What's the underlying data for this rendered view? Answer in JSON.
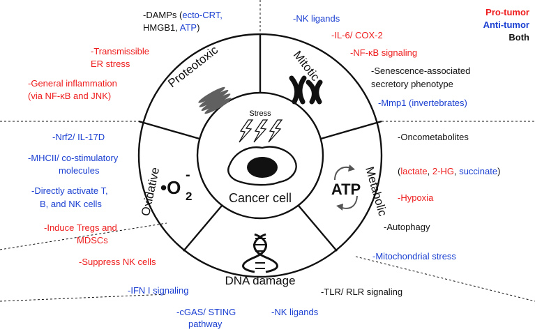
{
  "colors": {
    "pro": "#ee1c1c",
    "anti": "#1a3fd1",
    "both": "#111111",
    "organelle": "#606060"
  },
  "legend": {
    "pro": "Pro-tumor",
    "anti": "Anti-tumor",
    "both": "Both"
  },
  "center": {
    "stress": "Stress",
    "cancer_cell": "Cancer cell"
  },
  "sectors": {
    "proteotoxic": "Proteotoxic",
    "mitotic": "Mitotic",
    "metabolic": "Metabolic",
    "dna_damage": "DNA damage",
    "oxidative": "Oxidative",
    "atp": "ATP",
    "o2_base": "•O",
    "o2_sub": "2",
    "o2_sup": "-"
  },
  "annotations": {
    "proteotoxic": [
      [
        {
          "t": "-DAMPs (",
          "c": "both"
        },
        {
          "t": "ecto-CRT,",
          "c": "anti"
        }
      ],
      [
        {
          "t": "HMGB1, ",
          "c": "both"
        },
        {
          "t": "ATP",
          "c": "anti"
        },
        {
          "t": ")",
          "c": "both"
        }
      ],
      [
        {
          "t": "-Transmissible",
          "c": "pro"
        }
      ],
      [
        {
          "t": "ER stress",
          "c": "pro"
        }
      ],
      [
        {
          "t": "-General inflammation",
          "c": "pro"
        }
      ],
      [
        {
          "t": "(via NF-κB and JNK)",
          "c": "pro"
        }
      ]
    ],
    "mitotic": [
      [
        {
          "t": "-NK ligands",
          "c": "anti"
        }
      ],
      [
        {
          "t": "-IL-6/ COX-2",
          "c": "pro"
        }
      ],
      [
        {
          "t": "-NF-κB signaling",
          "c": "pro"
        }
      ],
      [
        {
          "t": "-Senescence-associated",
          "c": "both"
        }
      ],
      [
        {
          "t": "secretory phenotype",
          "c": "both"
        }
      ],
      [
        {
          "t": "-Mmp1 (invertebrates)",
          "c": "anti"
        }
      ]
    ],
    "oxidative": [
      [
        {
          "t": "-Nrf2/ IL-17D",
          "c": "anti"
        }
      ],
      [
        {
          "t": "-MHCII/ co-stimulatory",
          "c": "anti"
        }
      ],
      [
        {
          "t": "molecules",
          "c": "anti"
        }
      ],
      [
        {
          "t": "-Directly activate T,",
          "c": "anti"
        }
      ],
      [
        {
          "t": "B, and NK cells",
          "c": "anti"
        }
      ],
      [
        {
          "t": "-Induce Tregs and",
          "c": "pro"
        }
      ],
      [
        {
          "t": "MDSCs",
          "c": "pro"
        }
      ],
      [
        {
          "t": "-Suppress NK cells",
          "c": "pro"
        }
      ]
    ],
    "metabolic": [
      [
        {
          "t": "-Oncometabolites",
          "c": "both"
        }
      ],
      [
        {
          "t": "(",
          "c": "both"
        },
        {
          "t": "lactate",
          "c": "pro"
        },
        {
          "t": ", ",
          "c": "both"
        },
        {
          "t": "2-HG",
          "c": "pro"
        },
        {
          "t": ", ",
          "c": "both"
        },
        {
          "t": "succinate",
          "c": "anti"
        },
        {
          "t": ")",
          "c": "both"
        }
      ],
      [
        {
          "t": "-Hypoxia",
          "c": "pro"
        }
      ],
      [
        {
          "t": "-Autophagy",
          "c": "both"
        }
      ],
      [
        {
          "t": "-Mitochondrial stress",
          "c": "anti"
        }
      ]
    ],
    "dna_damage": [
      [
        {
          "t": "-IFN I signaling",
          "c": "anti"
        }
      ],
      [
        {
          "t": "-TLR/ RLR signaling",
          "c": "both"
        }
      ],
      [
        {
          "t": "-cGAS/ STING",
          "c": "anti"
        }
      ],
      [
        {
          "t": "pathway",
          "c": "anti"
        }
      ],
      [
        {
          "t": "-NK ligands",
          "c": "anti"
        }
      ]
    ]
  }
}
